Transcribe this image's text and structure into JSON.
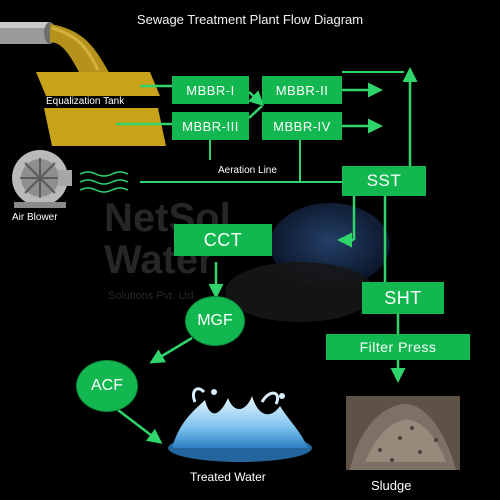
{
  "title": "Sewage Treatment Plant Flow Diagram",
  "colors": {
    "background": "#000000",
    "stage_green": "#12b84f",
    "line_green": "#2fd56a",
    "tank_yellow": "#c8a21a",
    "pipe_grey": "#8a8a8a"
  },
  "labels": {
    "equalization_tank": "Equalization Tank",
    "aeration_line": "Aeration Line",
    "air_blower": "Air Blower",
    "treated_water": "Treated Water",
    "sludge": "Sludge"
  },
  "stages": {
    "mbbr1": "MBBR-I",
    "mbbr2": "MBBR-II",
    "mbbr3": "MBBR-III",
    "mbbr4": "MBBR-IV",
    "sst": "SST",
    "cct": "CCT",
    "sht": "SHT",
    "mgf": "MGF",
    "acf": "ACF",
    "filter_press": "Filter Press"
  },
  "watermark": {
    "line1": "NetSol",
    "line2": "Water",
    "line3": "Solutions Pvt. Ltd"
  },
  "icons": [
    "inlet-pipe-icon",
    "air-blower-icon",
    "water-splash-icon",
    "sludge-pile-icon"
  ]
}
